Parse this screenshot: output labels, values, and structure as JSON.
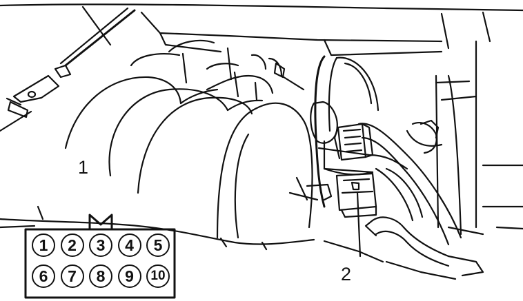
{
  "callouts": [
    {
      "id": "1",
      "text": "1"
    },
    {
      "id": "2",
      "text": "2"
    }
  ],
  "connector": {
    "pins_top": [
      "1",
      "2",
      "3",
      "4",
      "5"
    ],
    "pins_bottom": [
      "6",
      "7",
      "8",
      "9",
      "10"
    ]
  },
  "colors": {
    "ink": "#111111",
    "paper": "#ffffff"
  }
}
